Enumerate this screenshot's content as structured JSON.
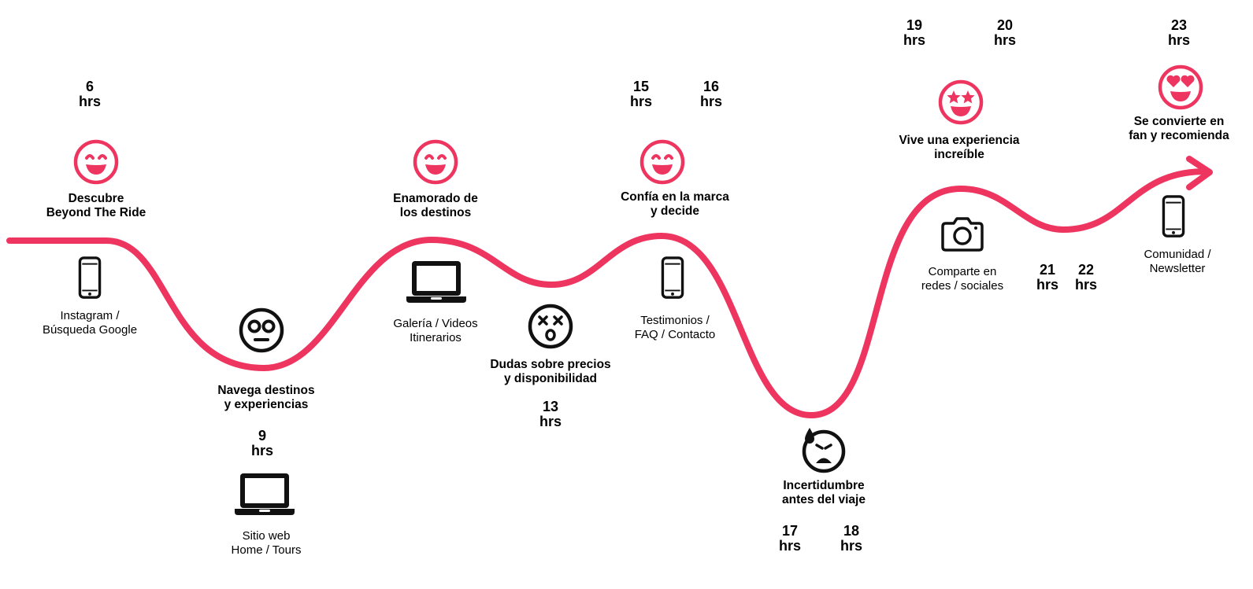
{
  "colors": {
    "curve": "#ee3560",
    "emotion": "#ee3560",
    "touchpoint": "#111111",
    "background": "#ffffff"
  },
  "stages": [
    {
      "time": "6",
      "unit": "hrs",
      "emotion_line1": "Descubre",
      "emotion_line2": "Beyond The Ride",
      "emotion_icon": "smile-icon",
      "touchpoint_icon": "smartphone-icon",
      "touchpoint_line1": "Instagram /",
      "touchpoint_line2": "Búsqueda Google"
    },
    {
      "time": "9",
      "unit": "hrs",
      "emotion_line1": "Navega destinos",
      "emotion_line2": "y experiencias",
      "emotion_icon": "wide-eyed-face-icon",
      "touchpoint_icon": "laptop-icon",
      "touchpoint_line1": "Sitio web",
      "touchpoint_line2": "Home / Tours"
    },
    {
      "emotion_line1": "Enamorado de",
      "emotion_line2": "los destinos",
      "emotion_icon": "smile-icon",
      "touchpoint_icon": "laptop-icon",
      "touchpoint_line1": "Galería / Videos",
      "touchpoint_line2": "Itinerarios"
    },
    {
      "time": "13",
      "unit": "hrs",
      "emotion_line1": "Dudas sobre precios",
      "emotion_line2": "y disponibilidad",
      "emotion_icon": "dizzy-face-icon"
    },
    {
      "time_a": "15",
      "time_b": "16",
      "unit": "hrs",
      "emotion_line1": "Confía en la marca",
      "emotion_line2": "y decide",
      "emotion_icon": "smile-icon",
      "touchpoint_icon": "smartphone-icon",
      "touchpoint_line1": "Testimonios /",
      "touchpoint_line2": "FAQ / Contacto"
    },
    {
      "time_a": "17",
      "time_b": "18",
      "unit": "hrs",
      "emotion_line1": "Incertidumbre",
      "emotion_line2": "antes del viaje",
      "emotion_icon": "anxious-sweat-face-icon"
    },
    {
      "time_a": "19",
      "time_b": "20",
      "unit": "hrs",
      "emotion_line1": "Vive una experiencia",
      "emotion_line2": "increíble",
      "emotion_icon": "star-struck-icon",
      "touchpoint_icon": "camera-icon",
      "touchpoint_line1": "Comparte en",
      "touchpoint_line2": "redes / sociales"
    },
    {
      "time_a": "21",
      "time_b": "22",
      "unit": "hrs"
    },
    {
      "time": "23",
      "unit": "hrs",
      "emotion_line1": "Se convierte en",
      "emotion_line2": "fan y recomienda",
      "emotion_icon": "heart-eyes-icon",
      "touchpoint_icon": "smartphone-icon",
      "touchpoint_line1": "Comunidad /",
      "touchpoint_line2": "Newsletter"
    }
  ]
}
